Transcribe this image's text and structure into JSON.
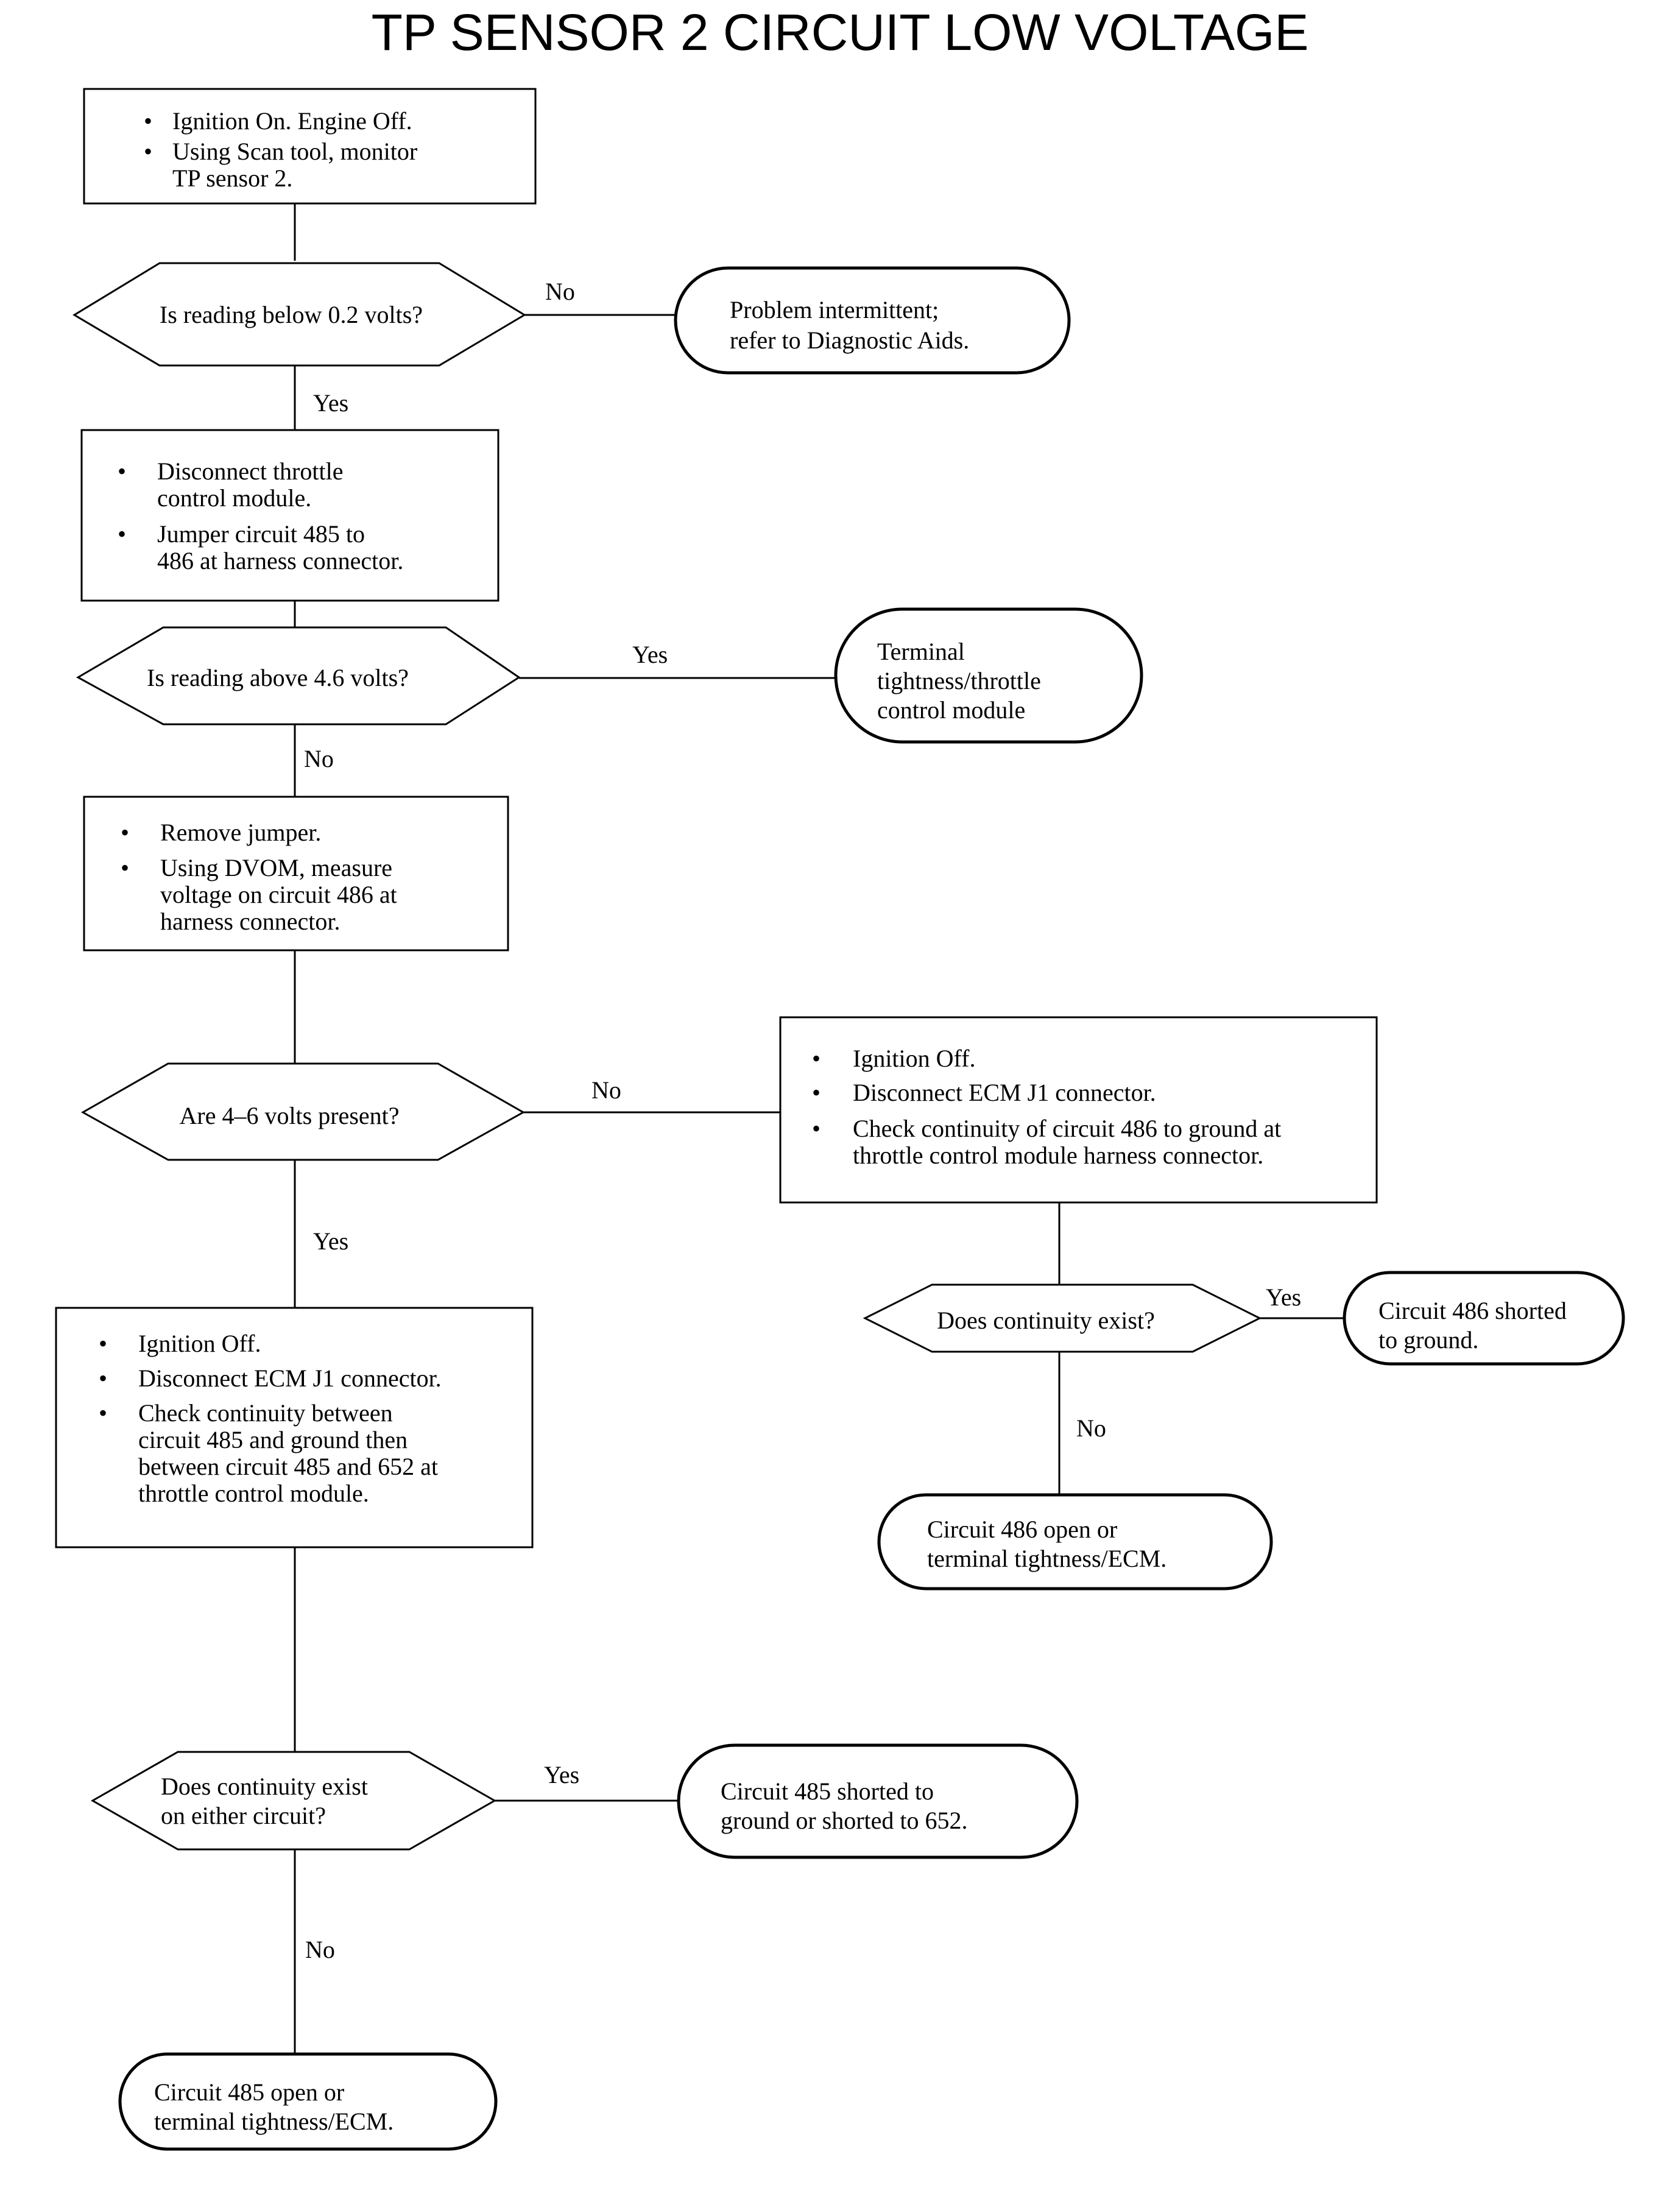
{
  "title": "TP SENSOR 2 CIRCUIT LOW VOLTAGE",
  "bullet": "•",
  "steps": {
    "step1": [
      "Ignition On. Engine Off.",
      "Using Scan tool, monitor",
      "TP sensor 2."
    ],
    "step2": [
      "Disconnect throttle",
      "control module.",
      "Jumper circuit 485 to",
      "486 at harness connector."
    ],
    "step3": [
      "Remove jumper.",
      "Using DVOM, measure",
      "voltage on circuit 486 at",
      "harness connector."
    ],
    "step4": [
      "Ignition Off.",
      "Disconnect ECM J1 connector.",
      "Check continuity between",
      "circuit 485 and ground then",
      "between circuit 485 and 652 at",
      "throttle control module."
    ],
    "step5": [
      "Ignition Off.",
      "Disconnect ECM J1 connector.",
      "Check continuity of circuit 486 to ground at",
      "throttle control module harness connector."
    ]
  },
  "decisions": {
    "d1": [
      "Is reading below 0.2 volts?"
    ],
    "d2": [
      "Is reading above 4.6 volts?"
    ],
    "d3": [
      "Are 4–6 volts present?"
    ],
    "d4": [
      "Does continuity exist",
      "on either circuit?"
    ],
    "d5": [
      "Does continuity exist?"
    ]
  },
  "results": {
    "r1": [
      "Problem intermittent;",
      "refer to Diagnostic Aids."
    ],
    "r2": [
      "Terminal",
      "tightness/throttle",
      "control module"
    ],
    "r3": [
      "Circuit 485 shorted to",
      "ground or shorted to 652."
    ],
    "r4": [
      "Circuit 485 open or",
      "terminal tightness/ECM."
    ],
    "r5": [
      "Circuit 486 shorted",
      "to ground."
    ],
    "r6": [
      "Circuit 486 open or",
      "terminal tightness/ECM."
    ]
  },
  "labels": {
    "d1_no": "No",
    "d1_yes": "Yes",
    "d2_yes": "Yes",
    "d2_no": "No",
    "d3_no": "No",
    "d3_yes": "Yes",
    "d4_yes": "Yes",
    "d4_no": "No",
    "d5_yes": "Yes",
    "d5_no": "No"
  }
}
